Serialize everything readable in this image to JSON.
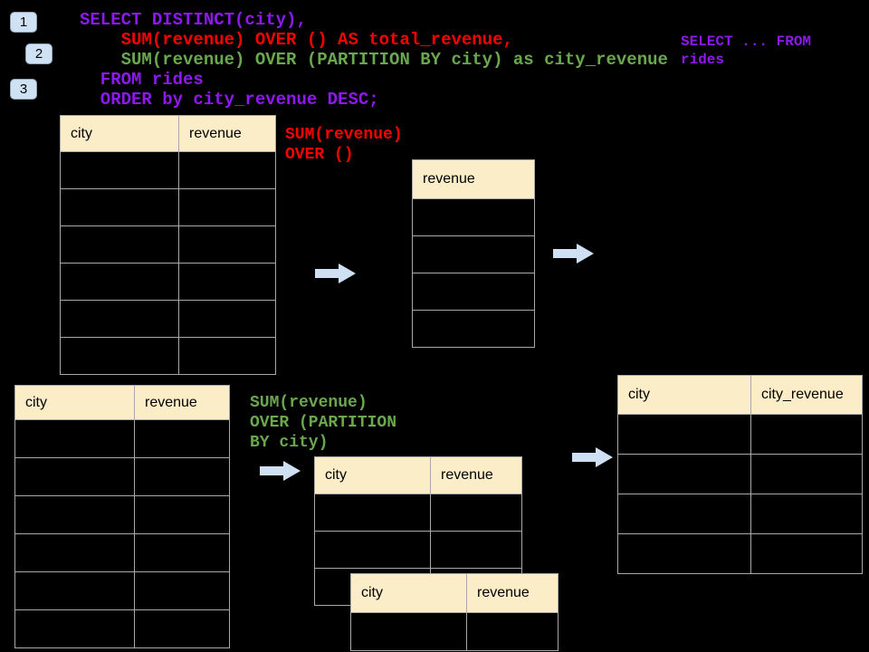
{
  "colors": {
    "background": "#000000",
    "purple": "#8e19ef",
    "red": "#ff0000",
    "green": "#6aa84f",
    "header_fill": "#fcedc9",
    "grid_line": "#a8a8a8",
    "badge_fill": "#cfe2f3",
    "badge_border": "#8fa3b5",
    "arrow_fill": "#cfe0f3"
  },
  "step_badges": [
    {
      "label": "1"
    },
    {
      "label": "2"
    },
    {
      "label": "3"
    }
  ],
  "sql_code": {
    "lines": [
      {
        "text": "SELECT DISTINCT(city),",
        "color": "purple"
      },
      {
        "text": "    SUM(revenue) OVER () AS total_revenue,",
        "color": "red"
      },
      {
        "text": "    SUM(revenue) OVER (PARTITION BY city) as city_revenue",
        "color": "green"
      },
      {
        "text": "  FROM rides",
        "color": "purple"
      },
      {
        "text": "  ORDER by city_revenue DESC;",
        "color": "purple"
      }
    ]
  },
  "side_code": {
    "line1": "SELECT ... FROM",
    "line2": "rides",
    "color": "purple"
  },
  "annotations": {
    "total": {
      "line1": "SUM(revenue)",
      "line2": "OVER ()",
      "color": "red"
    },
    "partition": {
      "line1": "SUM(revenue)",
      "line2": "OVER (PARTITION",
      "line3": "BY city)",
      "color": "green"
    }
  },
  "tables": {
    "source_top": {
      "headers": [
        "city",
        "revenue"
      ],
      "row_count": 6
    },
    "total_result": {
      "headers": [
        "revenue"
      ],
      "row_count": 4
    },
    "source_bottom": {
      "headers": [
        "city",
        "revenue"
      ],
      "row_count": 6
    },
    "partition_step_a": {
      "headers": [
        "city",
        "revenue"
      ],
      "row_count": 3
    },
    "partition_step_b": {
      "headers": [
        "city",
        "revenue"
      ],
      "row_count": 1
    },
    "city_result": {
      "headers": [
        "city",
        "city_revenue"
      ],
      "row_count": 4
    }
  },
  "icons": {
    "arrow": "right-block-arrow"
  }
}
